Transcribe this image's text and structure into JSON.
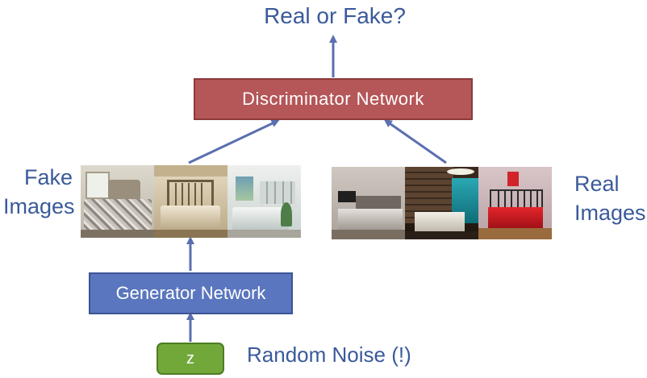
{
  "diagram": {
    "title_question": "Real or Fake?",
    "discriminator_label": "Discriminator Network",
    "generator_label": "Generator Network",
    "noise_box_label": "z",
    "noise_caption": "Random Noise (!)",
    "fake_label_line1": "Fake",
    "fake_label_line2": "Images",
    "real_label_line1": "Real",
    "real_label_line2": "Images"
  },
  "colors": {
    "text_blue": "#3a5a9a",
    "discriminator_fill": "#b55658",
    "generator_fill": "#5a76be",
    "noise_fill": "#72a73a",
    "arrow": "#5b6fb0"
  },
  "images": {
    "fake": [
      "bedroom-fake-1",
      "bedroom-fake-2",
      "bedroom-fake-3"
    ],
    "real": [
      "bedroom-real-1",
      "bedroom-real-2",
      "bedroom-real-3"
    ]
  }
}
